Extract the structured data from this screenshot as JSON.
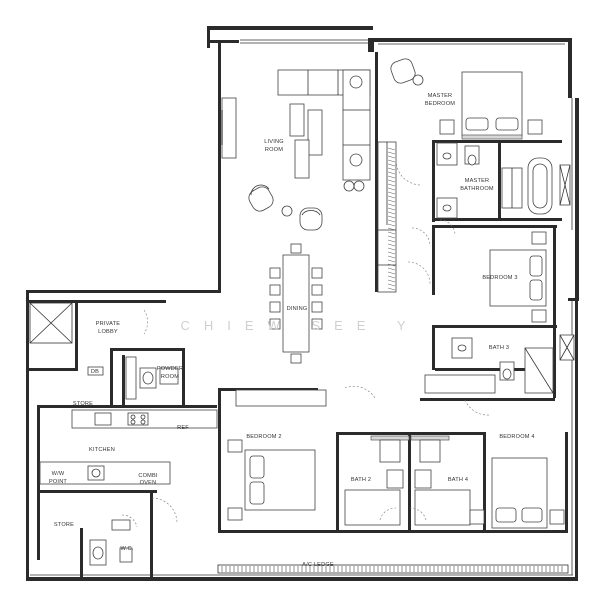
{
  "rooms": {
    "living_room": [
      "LIVING",
      "ROOM"
    ],
    "dining": "DINING",
    "master_bedroom": [
      "MASTER",
      "BEDROOM"
    ],
    "master_bathroom": [
      "MASTER",
      "BATHROOM"
    ],
    "bedroom_3": "BEDROOM 3",
    "bath_3": "BATH 3",
    "private_lobby": [
      "PRIVATE",
      "LOBBY"
    ],
    "powder_room": [
      "POWDER",
      "ROOM"
    ],
    "store_top": "STORE",
    "fridge": "REF",
    "kitchen": "KITCHEN",
    "ww_point": [
      "W/W",
      "POINT"
    ],
    "combi_oven": [
      "COMBI",
      "OVEN"
    ],
    "store_bottom": "STORE",
    "wc": "W.C.",
    "bedroom_2": "BEDROOM 2",
    "bath_2": "BATH 2",
    "bath_4": "BATH 4",
    "bedroom_4": "BEDROOM 4",
    "ac_ledge": "A/C LEDGE",
    "db": "DB"
  },
  "watermark": "CHIEW SEE Y"
}
